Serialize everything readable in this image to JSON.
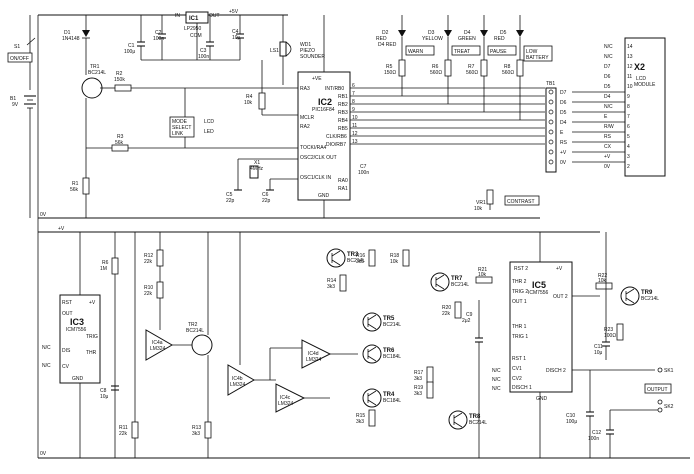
{
  "labels": {
    "rail_0v_top": "0V",
    "rail_0v_bottom": "0V",
    "rail_plus_v": "+V",
    "rail_plus_5v": "+5V"
  },
  "parts": {
    "s1": {
      "ref": "S1",
      "label": "ON/OFF"
    },
    "b1": {
      "ref": "B1",
      "value": "9V"
    },
    "d1": {
      "ref": "D1",
      "value": "1N4148"
    },
    "tr1": {
      "ref": "TR1",
      "value": "BC214L"
    },
    "r1": {
      "ref": "R1",
      "value": "56k"
    },
    "r2": {
      "ref": "R2",
      "value": "150k"
    },
    "r3": {
      "ref": "R3",
      "value": "56k"
    },
    "r4": {
      "ref": "R4",
      "value": "10k"
    },
    "c1": {
      "ref": "C1",
      "value": "100μ"
    },
    "c2": {
      "ref": "C2",
      "value": "100n"
    },
    "c3": {
      "ref": "C3",
      "value": "100n"
    },
    "c4": {
      "ref": "C4",
      "value": "10μ"
    },
    "c5": {
      "ref": "C5",
      "value": "22p"
    },
    "c6": {
      "ref": "C6",
      "value": "22p"
    },
    "c7": {
      "ref": "C7",
      "value": "100n"
    },
    "c8": {
      "ref": "C8",
      "value": "10μ"
    },
    "c9": {
      "ref": "C9",
      "value": "2μ2"
    },
    "c10": {
      "ref": "C10",
      "value": "100μ"
    },
    "c11": {
      "ref": "C11",
      "value": "10μ"
    },
    "c12": {
      "ref": "C12",
      "value": "100n"
    },
    "ic1": {
      "ref": "IC1",
      "value": "LP2950",
      "pin_in": "IN",
      "pin_out": "OUT",
      "pin_com": "COM"
    },
    "ls1": {
      "ref": "LS1",
      "ref2": "WD1",
      "label1": "PIEZO",
      "label2": "SOUNDER"
    },
    "link": {
      "line1": "MODE",
      "line2": "SELECT",
      "line3": "LINK",
      "lcd": "LCD",
      "led": "LED"
    },
    "x1": {
      "ref": "X1",
      "value": "4MHz"
    },
    "ic2": {
      "ref": "IC2",
      "value": "PIC16F84",
      "vplus": "+VE",
      "pin_ra3": "RA3",
      "pin_mclr": "MCLR",
      "pin_ra2": "RA2",
      "pin_tockl": "TOCKI/RA4",
      "pin_osc2": "OSC2/CLK OUT",
      "pin_osc1": "OSC1/CLK IN",
      "pin_int": "INT/RB0",
      "pin_rb1": "RB1",
      "pin_rb2": "RB2",
      "pin_rb3": "RB3",
      "pin_rb4": "RB4",
      "pin_rb5": "RB5",
      "pin_clk": "CLK/RB6",
      "pin_dio": "DIO/RB7",
      "pin_ra0": "RA0",
      "pin_ra1": "RA1",
      "pin_gnd": "GND"
    },
    "leds": [
      {
        "ref": "D2",
        "value": "RED",
        "extra": "D4 RED",
        "tag": "WARN",
        "res_ref": "R5",
        "res_value": "150Ω"
      },
      {
        "ref": "D3",
        "value": "YELLOW",
        "extra": "",
        "tag": "TREAT",
        "res_ref": "R6",
        "res_value": "560Ω"
      },
      {
        "ref": "D4",
        "value": "GREEN",
        "extra": "",
        "tag": "PAUSE",
        "res_ref": "R7",
        "res_value": "560Ω"
      },
      {
        "ref": "D5",
        "value": "RED",
        "extra": "",
        "tag": "LOW\nBATTERY",
        "res_ref": "R8",
        "res_value": "560Ω"
      }
    ],
    "tb1": {
      "ref": "TB1",
      "pins": [
        "D7",
        "D6",
        "D5",
        "D4",
        "E",
        "RS",
        "+V",
        "0V"
      ]
    },
    "x2": {
      "ref": "X2",
      "label1": "LCD",
      "label2": "MODULE",
      "pins": [
        "N/C",
        "N/C",
        "D7",
        "D6",
        "D5",
        "D4",
        "N/C",
        "E",
        "R/W",
        "RS",
        "CX",
        "+V",
        "0V"
      ]
    },
    "vr1": {
      "ref": "VR1",
      "value": "10k",
      "label": "CONTRAST"
    },
    "ic3": {
      "ref": "IC3",
      "value": "ICM7556",
      "pin_rst": "RST",
      "pin_plusv": "+V",
      "pin_out": "OUT",
      "pin_trig": "TRIG",
      "pin_dis": "DIS",
      "pin_thr": "THR",
      "pin_cv": "CV",
      "pin_gnd": "GND",
      "nc": "N/C"
    },
    "r6": {
      "ref": "R6",
      "value": "1M"
    },
    "ic4a": {
      "ref": "IC4a",
      "value": "LM324"
    },
    "ic4b": {
      "ref": "IC4b",
      "value": "LM324"
    },
    "ic4c": {
      "ref": "IC4c",
      "value": "LM324"
    },
    "ic4d": {
      "ref": "IC4d",
      "value": "LM324"
    },
    "tr2": {
      "ref": "TR2",
      "value": "BC214L"
    },
    "lower_resistors": [
      {
        "ref": "R10",
        "value": "22k"
      },
      {
        "ref": "R11",
        "value": "22k"
      },
      {
        "ref": "R12",
        "value": "22k"
      },
      {
        "ref": "R13",
        "value": "3k3"
      },
      {
        "ref": "R14",
        "value": "3k3"
      },
      {
        "ref": "R15",
        "value": "3k3"
      },
      {
        "ref": "R16",
        "value": "3k3"
      },
      {
        "ref": "R17",
        "value": "3k3"
      },
      {
        "ref": "R18",
        "value": "10k"
      },
      {
        "ref": "R19",
        "value": "3k3"
      },
      {
        "ref": "R20",
        "value": "22k"
      },
      {
        "ref": "R21",
        "value": "10k"
      },
      {
        "ref": "R22",
        "value": "10k"
      },
      {
        "ref": "R23",
        "value": "100Ω"
      }
    ],
    "transistors": [
      {
        "ref": "TR3",
        "value": "BC214L"
      },
      {
        "ref": "TR4",
        "value": "BC184L"
      },
      {
        "ref": "TR5",
        "value": "BC214L"
      },
      {
        "ref": "TR6",
        "value": "BC184L"
      },
      {
        "ref": "TR7",
        "value": "BC214L"
      },
      {
        "ref": "TR8",
        "value": "BC214L"
      },
      {
        "ref": "TR9",
        "value": "BC214L"
      }
    ],
    "ic5": {
      "ref": "IC5",
      "value": "ICM7556",
      "pin_rst2": "RST 2",
      "pin_plusv": "+V",
      "pin_thr2": "THR 2",
      "pin_trig2": "TRIG 2",
      "pin_out1": "OUT 1",
      "pin_out2": "OUT 2",
      "pin_thr1": "THR 1",
      "pin_trig1": "TRIG 1",
      "pin_rst1": "RST 1",
      "pin_cv1": "CV1",
      "pin_cv2": "CV2",
      "pin_dis1": "DISCH 1",
      "pin_dis2": "DISCH 2",
      "pin_gnd": "GND",
      "nc": "N/C"
    },
    "sk1": {
      "ref": "SK1",
      "label": "OUTPUT"
    },
    "sk2": {
      "ref": "SK2"
    }
  }
}
